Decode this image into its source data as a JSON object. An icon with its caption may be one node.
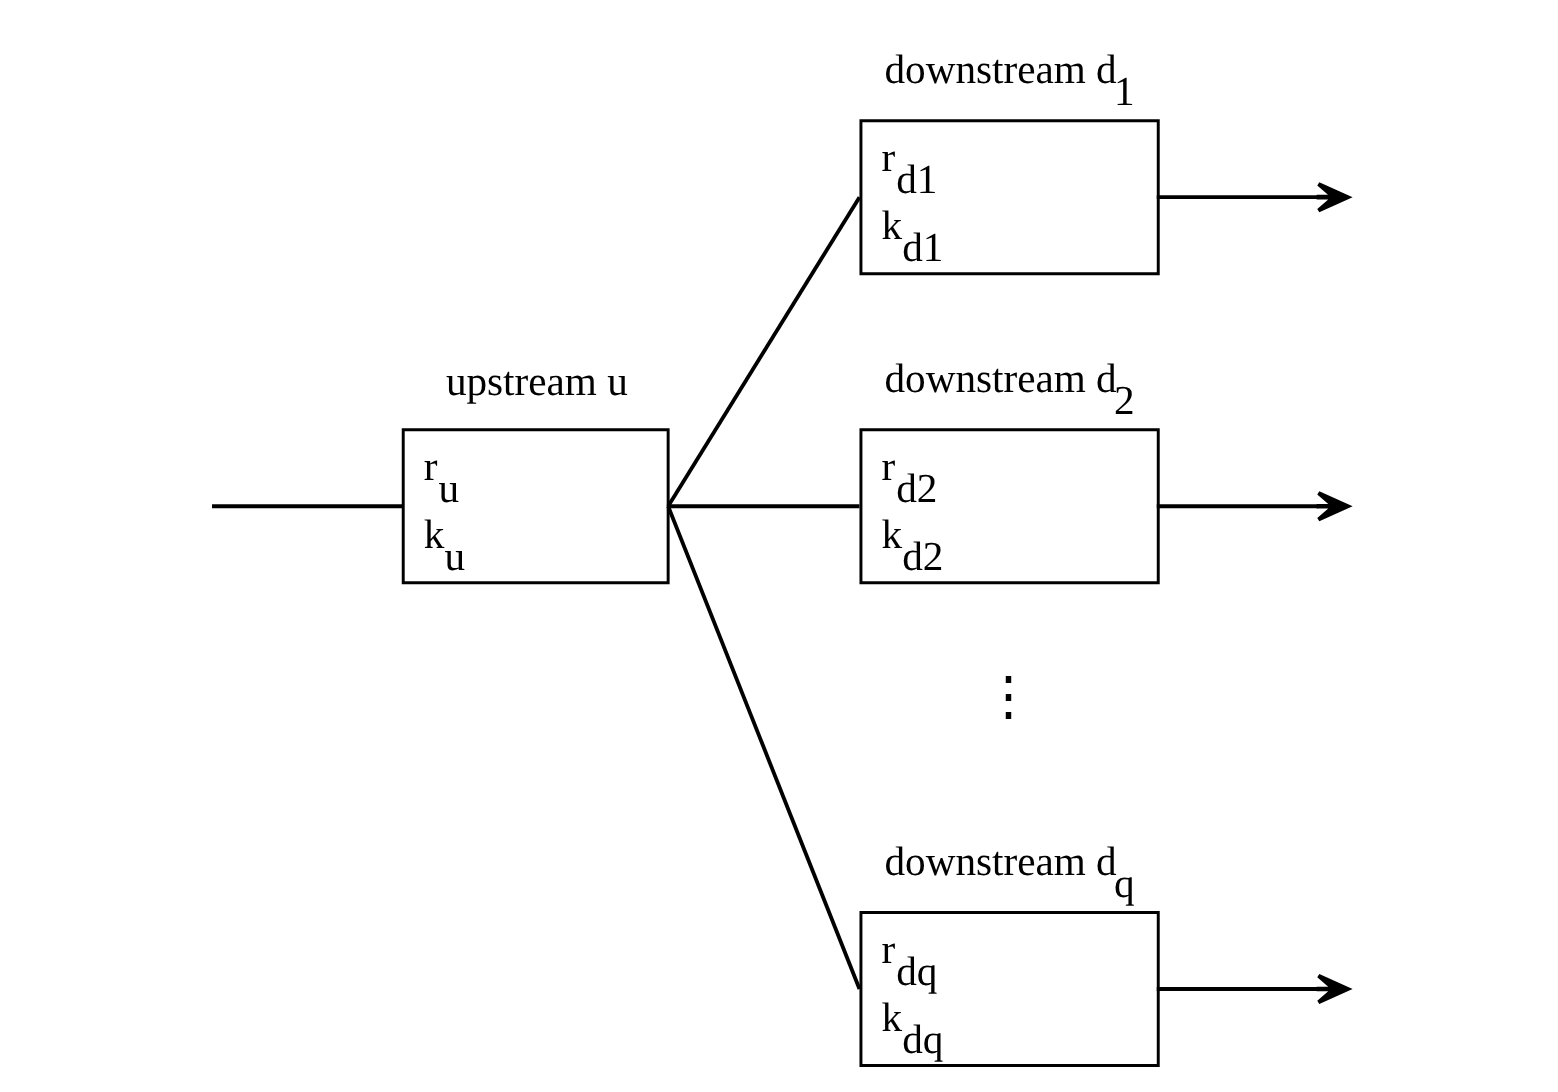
{
  "diagram": {
    "nodes": [
      {
        "text": [
          "upstream u",
          "r$_{u}$",
          "k$_{u}$"
        ]
      },
      {
        "text": [
          "downstream d$_{1}$",
          "r$_{d1}$",
          "k$_{d1}$"
        ]
      },
      {
        "text": [
          "downstream d$_{2}$",
          "r$_{d2}$",
          "k$_{d2}$"
        ]
      },
      {
        "text": [
          "downstream d$_{q}$",
          "r$_{dq}$",
          "k$_{dq}$"
        ]
      }
    ],
    "edges": [
      {
        "from": null,
        "to": 0,
        "arrow": "none"
      },
      {
        "from": 0,
        "to": 1,
        "arrow": "none"
      },
      {
        "from": 0,
        "to": 2,
        "arrow": "none"
      },
      {
        "from": 0,
        "to": 3,
        "arrow": "none"
      },
      {
        "from": 1,
        "to": null,
        "arrow": "to"
      },
      {
        "from": 2,
        "to": null,
        "arrow": "to"
      },
      {
        "from": 3,
        "to": null,
        "arrow": "to"
      }
    ],
    "labels": [
      "⋮"
    ]
  }
}
